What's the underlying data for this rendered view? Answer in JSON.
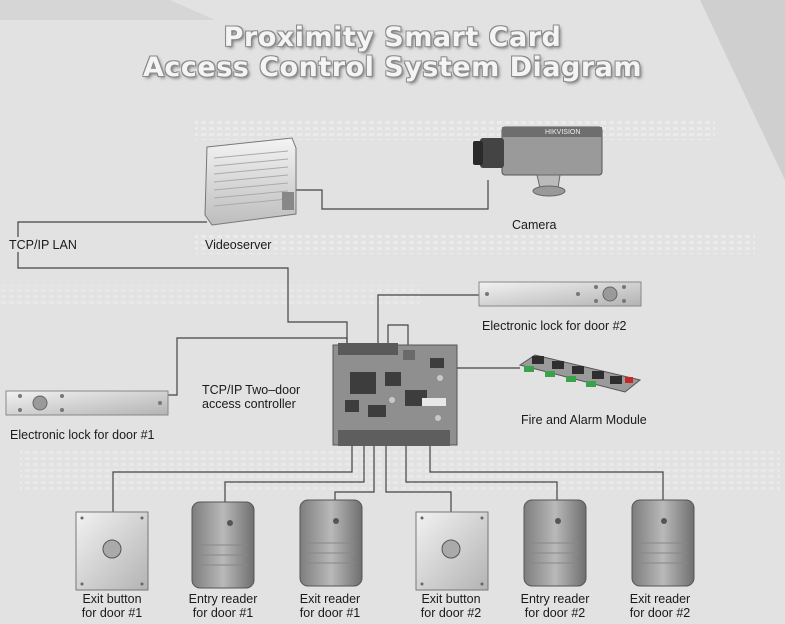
{
  "title": {
    "line1": "Proximity Smart Card",
    "line2": "Access Control System Diagram"
  },
  "nodes": {
    "camera": "Camera",
    "videoserver": "Videoserver",
    "tcpip_lan": "TCP/IP LAN",
    "lock_door2": "Electronic lock for door #2",
    "lock_door1": "Electronic lock for door #1",
    "controller": {
      "line1": "TCP/IP Two–door",
      "line2": "access controller"
    },
    "fire_alarm": "Fire and Alarm Module",
    "camera_brand": "HIKVISION"
  },
  "devices": [
    {
      "line1": "Exit button",
      "line2": "for door #1"
    },
    {
      "line1": "Entry reader",
      "line2": "for door #1"
    },
    {
      "line1": "Exit reader",
      "line2": "for door #1"
    },
    {
      "line1": "Exit button",
      "line2": "for door #2"
    },
    {
      "line1": "Entry reader",
      "line2": "for door #2"
    },
    {
      "line1": "Exit reader",
      "line2": "for door #2"
    }
  ],
  "colors": {
    "background": "#d8d8d8",
    "panel": "#e4e4e4",
    "wire": "#444444",
    "title_fill": "#f4f4f4",
    "terminal_green": "#3aa34a"
  }
}
